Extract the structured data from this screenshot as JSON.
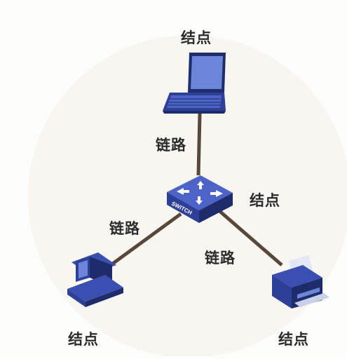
{
  "diagram": {
    "nodes": {
      "laptop": {
        "label": "结点",
        "icon": "laptop-icon"
      },
      "switch": {
        "label": "结点",
        "icon": "switch-icon",
        "device_text": "SWITCH"
      },
      "desktop": {
        "label": "结点",
        "icon": "desktop-computer-icon"
      },
      "printer": {
        "label": "结点",
        "icon": "printer-icon"
      }
    },
    "links": {
      "laptop_switch": {
        "label": "链路"
      },
      "switch_desktop": {
        "label": "链路"
      },
      "switch_printer": {
        "label": "链路"
      }
    },
    "colors": {
      "link_line": "#5a473b",
      "device_blue": "#3a4fb0",
      "device_dark": "#1f2c6b",
      "screen_light": "#6b86d8",
      "label_text": "#2b2b2b"
    }
  }
}
